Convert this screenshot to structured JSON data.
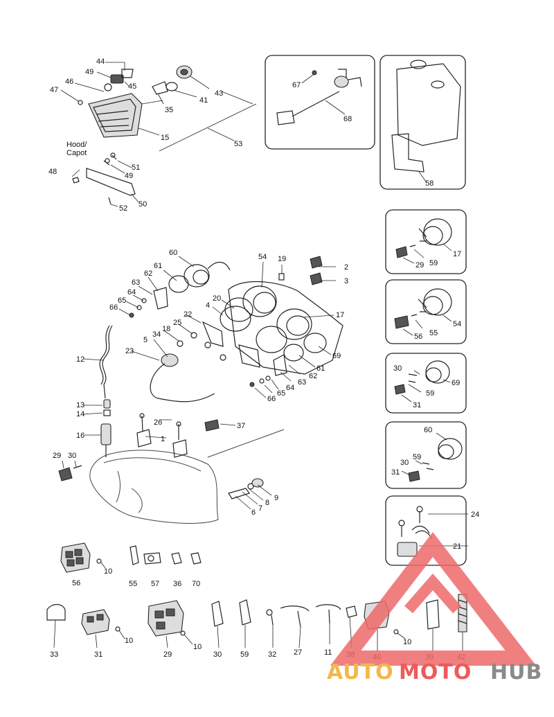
{
  "hood_label": {
    "line1": "Hood/",
    "line2": "Capot"
  },
  "watermark": {
    "part1": "AUTO",
    "part2": "MOTO",
    "part3": "HUB",
    "colors": {
      "part1": "#f2b84b",
      "part2": "#ef5a5a",
      "part3": "#8a8a8a",
      "logo": "#ee6a6a"
    }
  },
  "callouts": {
    "c44": "44",
    "c49a": "49",
    "c45": "45",
    "c46": "46",
    "c47": "47",
    "c35": "35",
    "c41": "41",
    "c43": "43",
    "c15": "15",
    "c53": "53",
    "c51": "51",
    "c49b": "49",
    "c48": "48",
    "c50": "50",
    "c52": "52",
    "c67": "67",
    "c68": "68",
    "c58": "58",
    "c60": "60",
    "c61a": "61",
    "c62a": "62",
    "c63a": "63",
    "c64a": "64",
    "c65a": "65",
    "c66a": "66",
    "c54": "54",
    "c19": "19",
    "c2": "2",
    "c3": "3",
    "c20": "20",
    "c4": "4",
    "c17": "17",
    "c22": "22",
    "c25": "25",
    "c18": "18",
    "c34": "34",
    "c5": "5",
    "c69": "69",
    "c61b": "61",
    "c62b": "62",
    "c63b": "63",
    "c64b": "64",
    "c65b": "65",
    "c66b": "66",
    "c23": "23",
    "c12": "12",
    "c13": "13",
    "c14": "14",
    "c16": "16",
    "c26": "26",
    "c1": "1",
    "c37": "37",
    "c29a": "29",
    "c30a": "30",
    "c9": "9",
    "c8": "8",
    "c7": "7",
    "c6": "6",
    "i1_17": "17",
    "i1_29": "29",
    "i1_59": "59",
    "i2_54": "54",
    "i2_56": "56",
    "i2_55": "55",
    "i3_30": "30",
    "i3_69": "69",
    "i3_59": "59",
    "i3_31": "31",
    "i4_60": "60",
    "i4_30": "30",
    "i4_59": "59",
    "i4_31": "31",
    "i5_24": "24",
    "i5_21": "21",
    "b56": "56",
    "b10a": "10",
    "b55": "55",
    "b57": "57",
    "b36": "36",
    "b70": "70",
    "r33": "33",
    "r31": "31",
    "r10b": "10",
    "r29": "29",
    "r10c": "10",
    "r30": "30",
    "r59": "59",
    "r32": "32",
    "r27": "27",
    "r11": "11",
    "r38": "38",
    "r40": "40",
    "r10d": "10",
    "r39": "39",
    "r42": "42"
  }
}
